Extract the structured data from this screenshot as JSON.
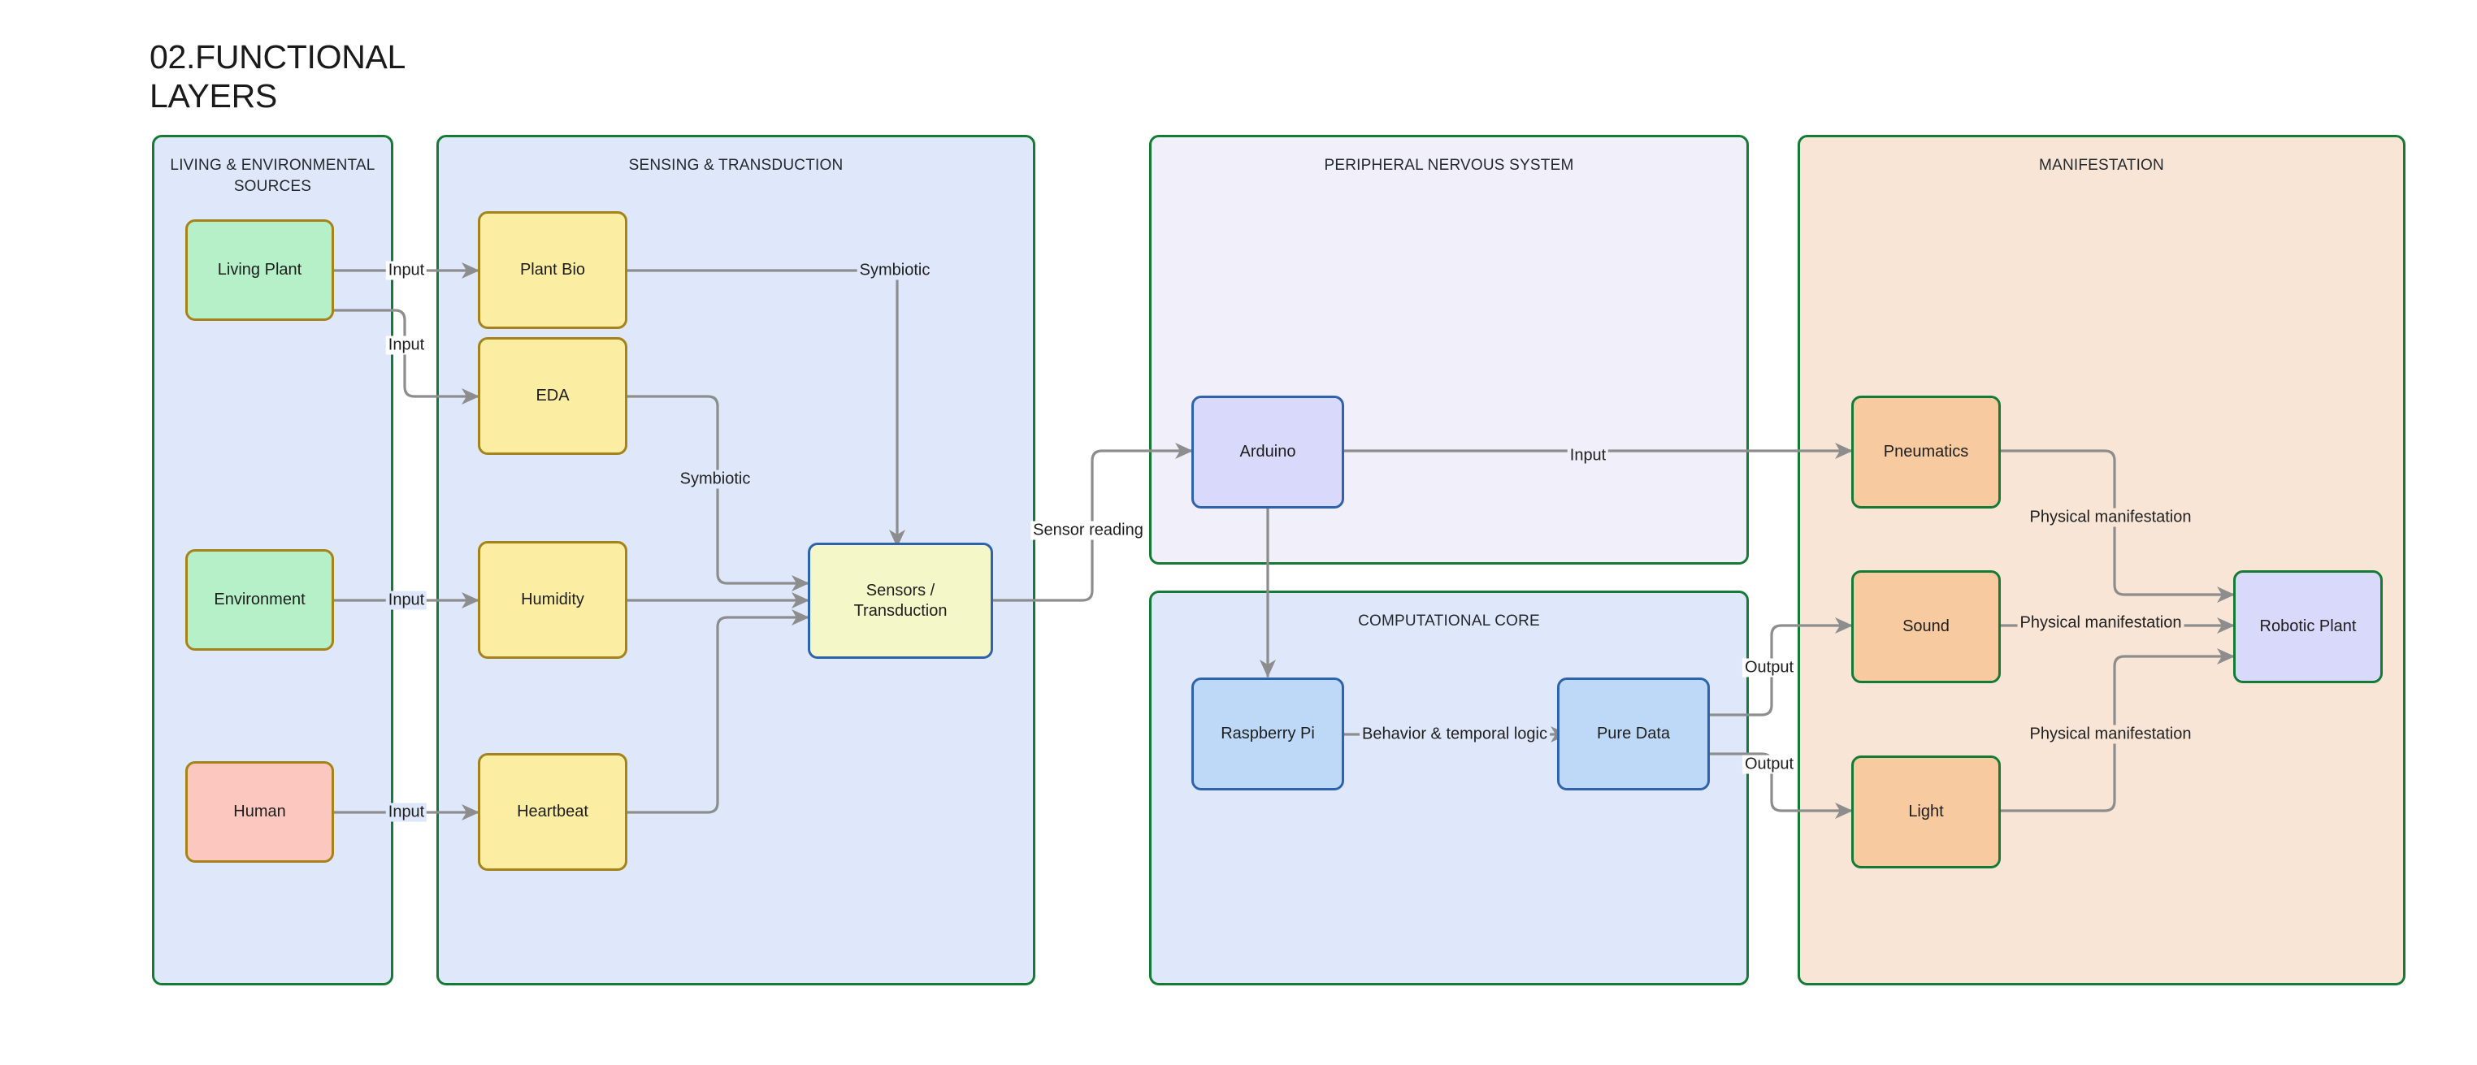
{
  "page": {
    "title": "02.FUNCTIONAL\nLAYERS",
    "background": "#ffffff"
  },
  "palette": {
    "cluster_border": "#157a36",
    "cluster_blue_fill": "#dfe8fa",
    "cluster_lavender_fill": "#f0effa",
    "cluster_peach_fill": "#f8e5d6",
    "node_green_fill": "#b6f0c9",
    "node_green_border": "#a68318",
    "node_pink_fill": "#fbc7bf",
    "node_yellow_fill": "#fbeda1",
    "node_yellow_border": "#a68318",
    "node_palesensor_fill": "#f4f8c8",
    "node_blue_border": "#2f62ad",
    "node_lavender_fill": "#d9d9fb",
    "node_blue_fill": "#bed9f7",
    "node_orange_fill": "#f7cb9f",
    "node_orange_border": "#157a36",
    "edge_stroke": "#8d8d8d",
    "text": "#1d1d1d"
  },
  "clusters": [
    {
      "id": "living",
      "label": "LIVING & ENVIRONMENTAL\nSOURCES"
    },
    {
      "id": "sensing",
      "label": "SENSING & TRANSDUCTION"
    },
    {
      "id": "peripheral",
      "label": "PERIPHERAL NERVOUS SYSTEM"
    },
    {
      "id": "computational",
      "label": "COMPUTATIONAL CORE"
    },
    {
      "id": "manifestation",
      "label": "MANIFESTATION"
    }
  ],
  "nodes": [
    {
      "id": "living-plant",
      "label": "Living Plant",
      "cluster": "living"
    },
    {
      "id": "environment",
      "label": "Environment",
      "cluster": "living"
    },
    {
      "id": "human",
      "label": "Human",
      "cluster": "living"
    },
    {
      "id": "plant-bio",
      "label": "Plant Bio",
      "cluster": "sensing"
    },
    {
      "id": "eda",
      "label": "EDA",
      "cluster": "sensing"
    },
    {
      "id": "humidity",
      "label": "Humidity",
      "cluster": "sensing"
    },
    {
      "id": "heartbeat",
      "label": "Heartbeat",
      "cluster": "sensing"
    },
    {
      "id": "sensors",
      "label": "Sensors / Transduction",
      "cluster": "sensing"
    },
    {
      "id": "arduino",
      "label": "Arduino",
      "cluster": "peripheral"
    },
    {
      "id": "raspberry-pi",
      "label": "Raspberry Pi",
      "cluster": "computational"
    },
    {
      "id": "pure-data",
      "label": "Pure Data",
      "cluster": "computational"
    },
    {
      "id": "pneumatics",
      "label": "Pneumatics",
      "cluster": "manifestation"
    },
    {
      "id": "sound",
      "label": "Sound",
      "cluster": "manifestation"
    },
    {
      "id": "light",
      "label": "Light",
      "cluster": "manifestation"
    },
    {
      "id": "robotic-plant",
      "label": "Robotic Plant",
      "cluster": "manifestation"
    }
  ],
  "edges": [
    {
      "id": "e1",
      "from": "living-plant",
      "to": "plant-bio",
      "label": "Input"
    },
    {
      "id": "e2",
      "from": "living-plant",
      "to": "eda",
      "label": "Input"
    },
    {
      "id": "e3",
      "from": "environment",
      "to": "humidity",
      "label": "Input"
    },
    {
      "id": "e4",
      "from": "human",
      "to": "heartbeat",
      "label": "Input"
    },
    {
      "id": "e5",
      "from": "plant-bio",
      "to": "sensors",
      "label": "Symbiotic"
    },
    {
      "id": "e6",
      "from": "eda",
      "to": "sensors",
      "label": "Symbiotic"
    },
    {
      "id": "e7",
      "from": "humidity",
      "to": "sensors",
      "label": ""
    },
    {
      "id": "e8",
      "from": "heartbeat",
      "to": "sensors",
      "label": ""
    },
    {
      "id": "e9",
      "from": "sensors",
      "to": "arduino",
      "label": "Sensor reading"
    },
    {
      "id": "e10",
      "from": "arduino",
      "to": "raspberry-pi",
      "label": ""
    },
    {
      "id": "e11",
      "from": "raspberry-pi",
      "to": "pure-data",
      "label": "Behavior & temporal logic"
    },
    {
      "id": "e12",
      "from": "arduino",
      "to": "pneumatics",
      "label": "Input"
    },
    {
      "id": "e13",
      "from": "pure-data",
      "to": "sound",
      "label": "Output"
    },
    {
      "id": "e14",
      "from": "pure-data",
      "to": "light",
      "label": "Output"
    },
    {
      "id": "e15",
      "from": "pneumatics",
      "to": "robotic-plant",
      "label": "Physical manifestation"
    },
    {
      "id": "e16",
      "from": "sound",
      "to": "robotic-plant",
      "label": "Physical manifestation"
    },
    {
      "id": "e17",
      "from": "light",
      "to": "robotic-plant",
      "label": "Physical manifestation"
    }
  ]
}
